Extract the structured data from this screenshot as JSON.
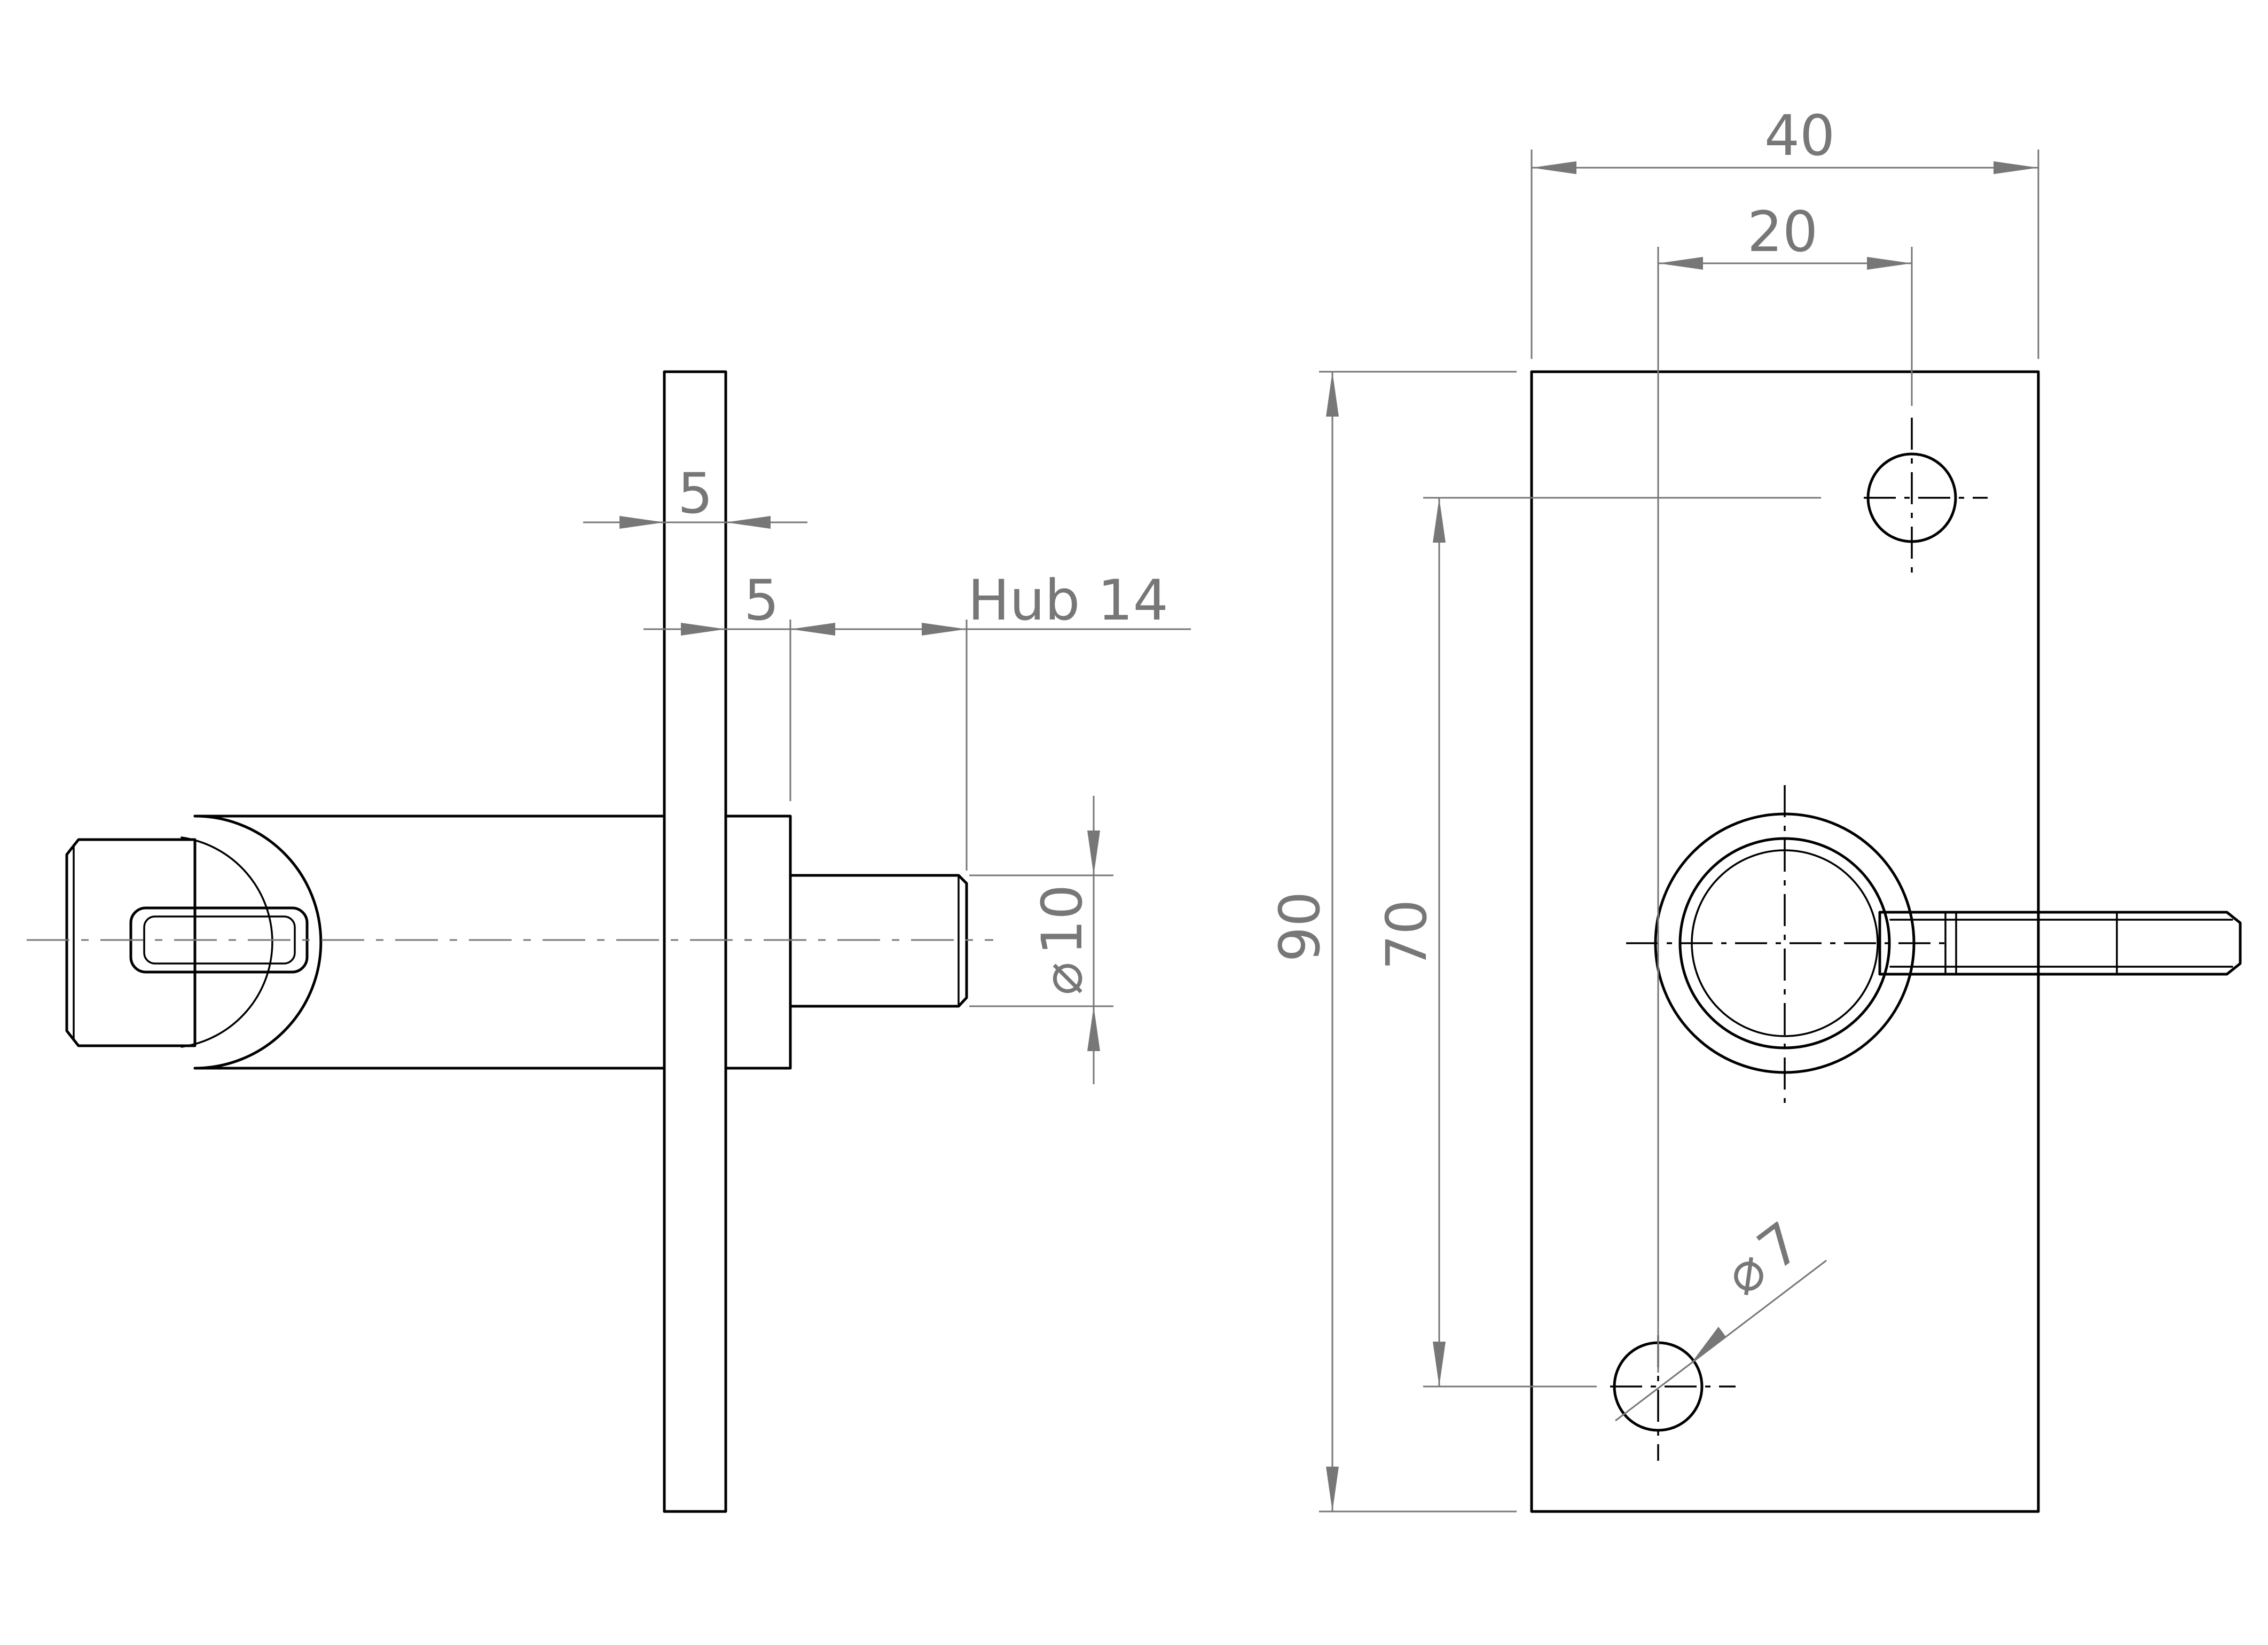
{
  "side_view": {
    "flange_thickness": "5",
    "collar_length": "5",
    "stroke_label": "Hub 14",
    "pin_diameter_symbol": "⌀",
    "pin_diameter": "10"
  },
  "front_view": {
    "plate_width": "40",
    "hole_offset": "20",
    "plate_height": "90",
    "hole_spacing": "70",
    "hole_diameter_symbol": "⌀",
    "hole_diameter": "7"
  },
  "colors": {
    "part_lines": "#000000",
    "dimension_lines": "#777777",
    "background": "#ffffff"
  }
}
